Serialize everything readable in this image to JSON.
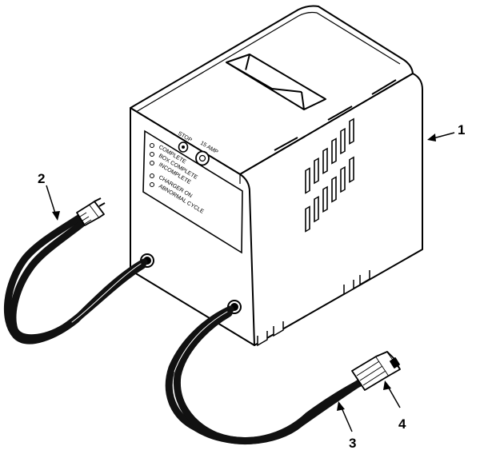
{
  "panel": {
    "switch_label": "STOP",
    "fuse_label": "15 AMP",
    "indicators": [
      {
        "label": "COMPLETE"
      },
      {
        "label": "BOX COMPLETE"
      },
      {
        "label": "INCOMPLETE"
      },
      {
        "label": "CHARGER ON"
      },
      {
        "label": "ABNORMAL CYCLE"
      }
    ]
  },
  "callouts": [
    {
      "number": "1"
    },
    {
      "number": "2"
    },
    {
      "number": "3"
    },
    {
      "number": "4"
    }
  ],
  "colors": {
    "line": "#000000",
    "fill": "#ffffff",
    "cable": "#111111"
  }
}
